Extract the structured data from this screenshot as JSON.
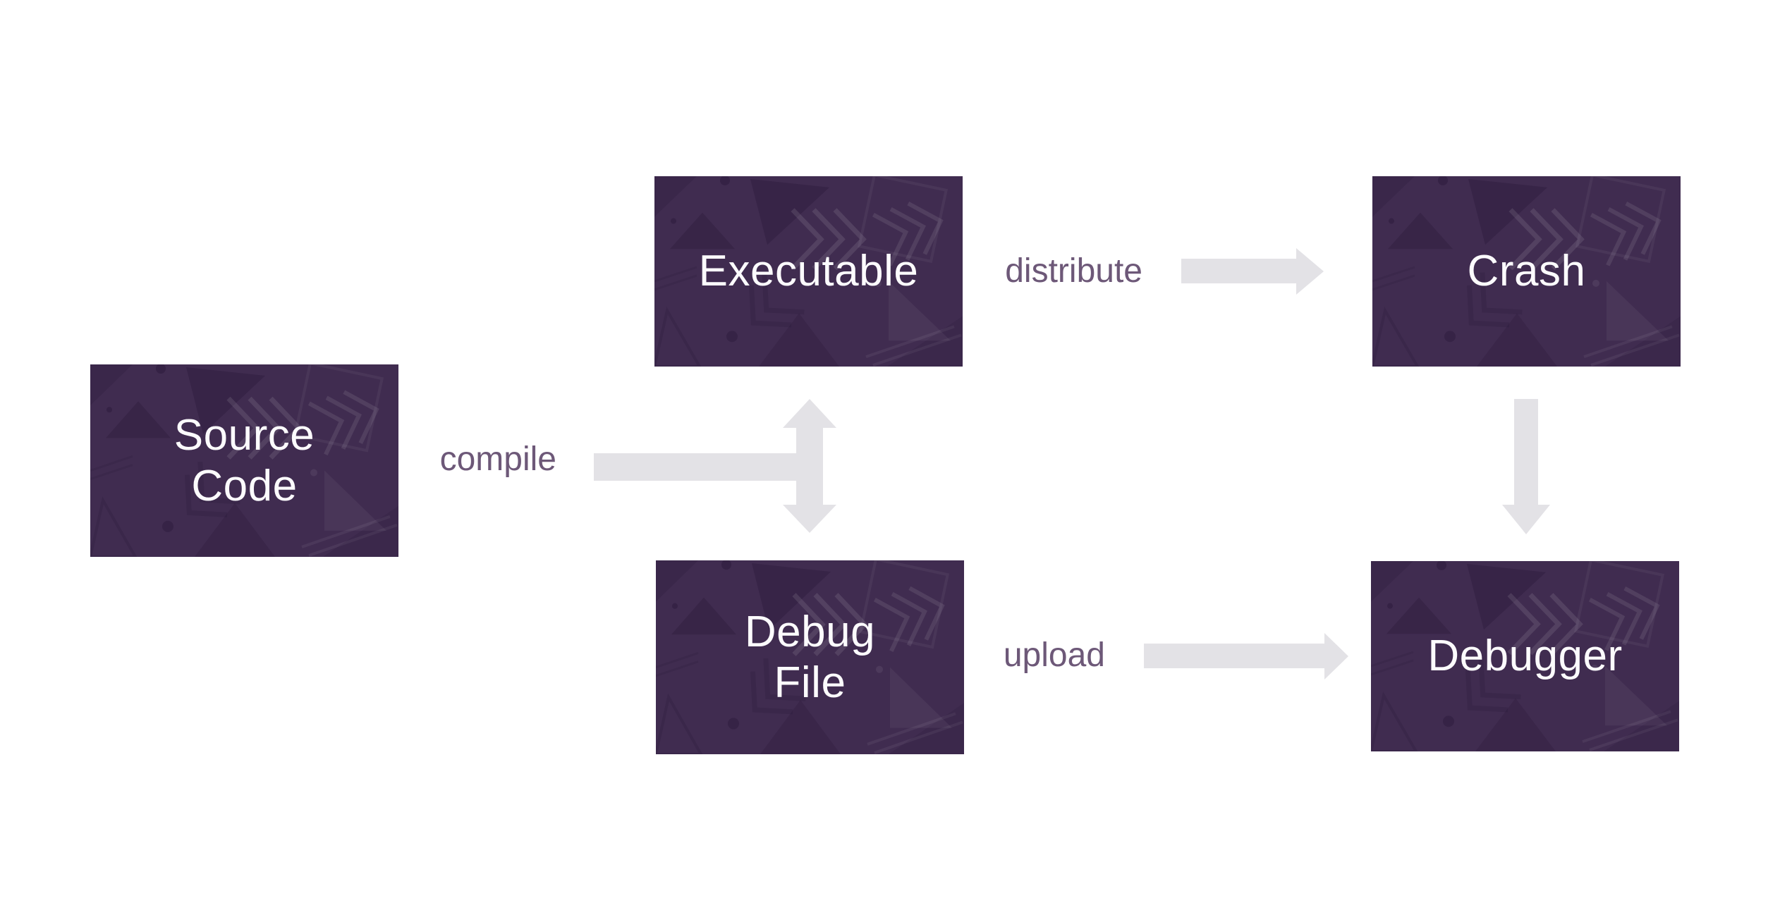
{
  "diagram": {
    "nodes": {
      "source_code": {
        "label": "Source Code",
        "lines": [
          "Source",
          "Code"
        ]
      },
      "executable": {
        "label": "Executable",
        "lines": [
          "Executable"
        ]
      },
      "crash": {
        "label": "Crash",
        "lines": [
          "Crash"
        ]
      },
      "debug_file": {
        "label": "Debug File",
        "lines": [
          "Debug",
          "File"
        ]
      },
      "debugger": {
        "label": "Debugger",
        "lines": [
          "Debugger"
        ]
      }
    },
    "edges": {
      "compile": {
        "label": "compile",
        "from": "Source Code",
        "to": "Executable and Debug File",
        "arrow": "double-vertical-branch"
      },
      "distribute": {
        "label": "distribute",
        "from": "Executable",
        "to": "Crash",
        "arrow": "right"
      },
      "upload": {
        "label": "upload",
        "from": "Debug File",
        "to": "Debugger",
        "arrow": "right"
      },
      "crash_to_debugger": {
        "label": "",
        "from": "Crash",
        "to": "Debugger",
        "arrow": "down"
      }
    }
  },
  "colors": {
    "background": "#ffffff",
    "box_fill": "#402c50",
    "box_text": "#fcfbfd",
    "edge_label_text": "#6d5878",
    "arrow_fill": "#e3e2e6"
  }
}
